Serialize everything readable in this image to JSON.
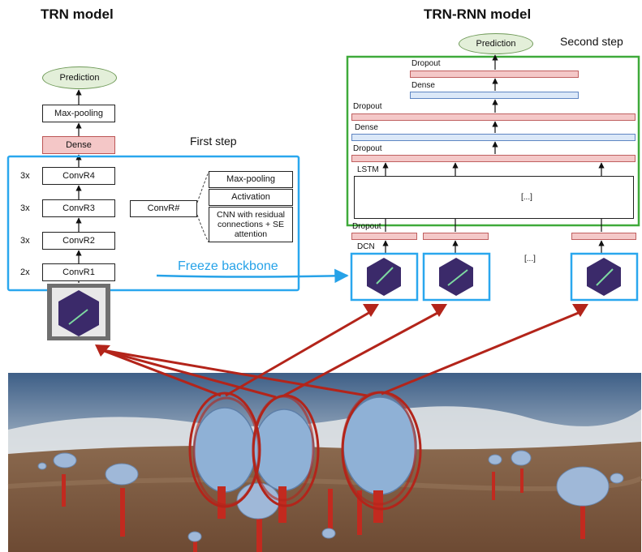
{
  "titles": {
    "left": "TRN model",
    "right": "TRN-RNN model"
  },
  "trn": {
    "prediction": "Prediction",
    "maxpool": "Max-pooling",
    "dense": "Dense",
    "layers": [
      {
        "label": "ConvR4",
        "repeat": "3x"
      },
      {
        "label": "ConvR3",
        "repeat": "3x"
      },
      {
        "label": "ConvR2",
        "repeat": "3x"
      },
      {
        "label": "ConvR1",
        "repeat": "2x"
      }
    ],
    "first_step": "First step"
  },
  "convr_detail": {
    "label": "ConvR#",
    "items": [
      "Max-pooling",
      "Activation",
      "CNN with residual connections + SE attention"
    ]
  },
  "freeze": "Freeze backbone",
  "rnn": {
    "prediction": "Prediction",
    "second_step": "Second step",
    "dropout": "Dropout",
    "dense": "Dense",
    "lstm": "LSTM",
    "dcn": "DCN",
    "ellipsis": "[...]"
  },
  "colors": {
    "first_step_border": "#2aa7ee",
    "second_step_border": "#3faa3a",
    "dense_fill": "#f4c7c7",
    "dense_blue": "#dbe8f8",
    "arrow_red": "#b3241a",
    "lstm_cell": "#fdf0c4"
  },
  "icons": [
    "gamma-shower-hexagon-image",
    "telescope-array-photo"
  ]
}
